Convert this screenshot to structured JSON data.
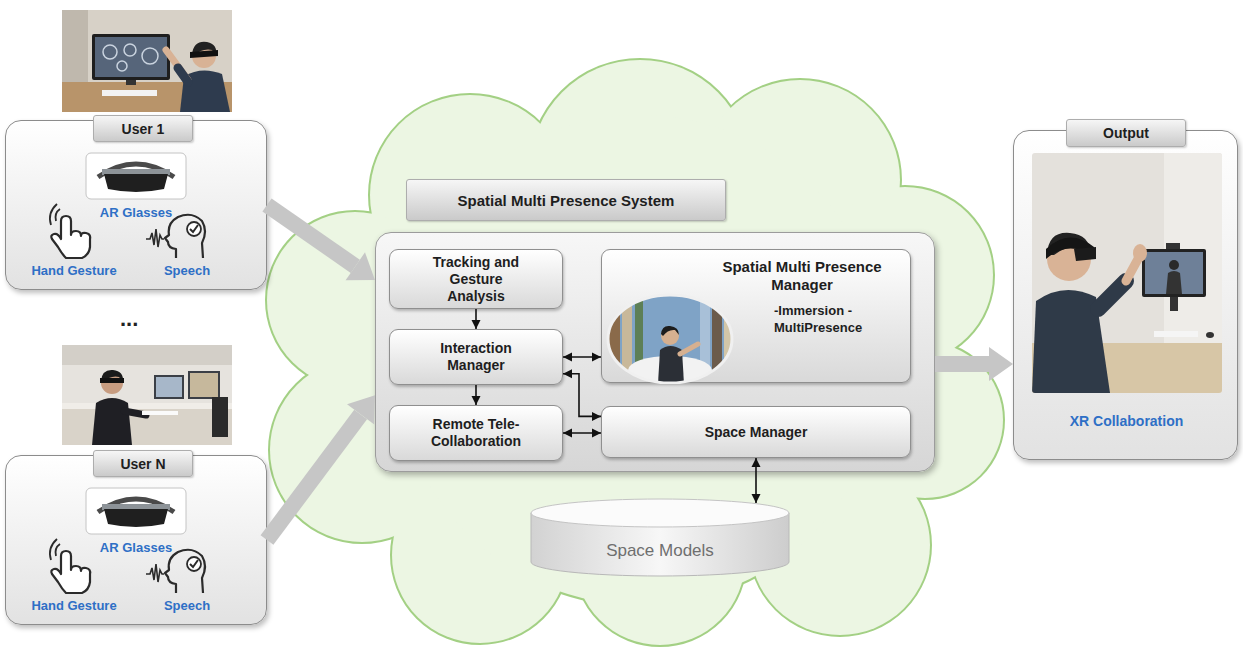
{
  "diagram": {
    "nodes": [
      {
        "text": [
          "User 1",
          "AR Glasses",
          "Hand Gesture",
          "Speech"
        ]
      },
      {
        "text": [
          "User N",
          "AR Glasses",
          "Hand Gesture",
          "Speech"
        ]
      },
      {
        "text": [
          "Spatial Multi Presence System"
        ]
      },
      {
        "text": [
          "Tracking and Gesture Analysis"
        ],
        "in": 2
      },
      {
        "text": [
          "Spatial Multi Presence Manager",
          "-Immersion -MultiPresence"
        ],
        "in": 2
      },
      {
        "text": [
          "Interaction Manager"
        ],
        "in": 2
      },
      {
        "text": [
          "Remote Tele-Collaboration"
        ],
        "in": 2
      },
      {
        "text": [
          "Space Manager"
        ],
        "in": 2
      },
      {
        "text": [
          "Space Models"
        ]
      },
      {
        "text": [
          "Output",
          "XR Collaboration"
        ]
      }
    ],
    "edges": [
      {
        "from": 0,
        "to": 2,
        "arrow": "to"
      },
      {
        "from": 1,
        "to": 2,
        "arrow": "to"
      },
      {
        "from": 2,
        "to": 9,
        "arrow": "to"
      },
      {
        "from": 3,
        "to": 5,
        "arrow": "to"
      },
      {
        "from": 5,
        "to": 6,
        "arrow": "to"
      },
      {
        "from": 5,
        "to": 4,
        "arrow": "both"
      },
      {
        "from": 6,
        "to": 7,
        "arrow": "both"
      },
      {
        "from": 5,
        "to": 7,
        "arrow": "both"
      },
      {
        "from": 7,
        "to": 8,
        "arrow": "both"
      }
    ],
    "labels": [
      "..."
    ]
  }
}
